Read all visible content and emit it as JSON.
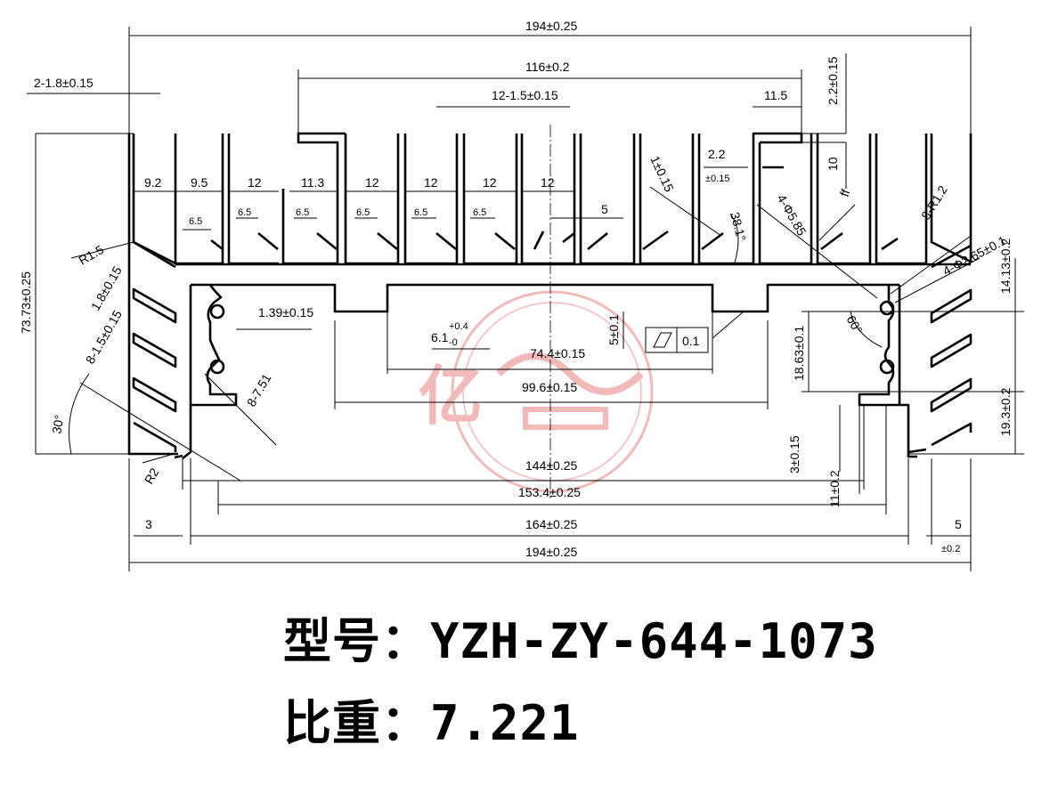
{
  "drawing": {
    "dims": {
      "overall_top": "194±0.25",
      "overall_bottom": "194±0.25",
      "inner_116": "116±0.2",
      "fin_count_1_5": "12-1.5±0.15",
      "fin_count_1_8": "2-1.8±0.15",
      "w_11_5": "11.5",
      "h_2_2": "2.2±0.15",
      "h_10": "10",
      "gap_2_2": "2.2",
      "gap_2_2_tol": "±0.15",
      "p_9_2": "9.2",
      "p_9_5": "9.5",
      "p_12": "12",
      "p_11_3": "11.3",
      "s_6_5": "6.5",
      "d_5": "5",
      "d_1_0_15": "1±0.15",
      "ang_38_1": "38.1°",
      "holes_5_85": "4-Φ5.85",
      "r_1_2": "8-R1.2",
      "holes_2_65": "4-Φ2.65±0.1",
      "h_14_13": "14.13±0.2",
      "r_1_5": "R1.5",
      "t_1_8": "1.8±0.15",
      "fins_1_5": "8-1.5±0.15",
      "ang_30": "30°",
      "h_73_73": "73.73±0.25",
      "d_1_39": "1.39±0.15",
      "d_8_7_51": "8-7.51",
      "d_6_1": "6.1",
      "tol_plus": "+0.4",
      "tol_minus": "-0",
      "w_74_4": "74.4±0.15",
      "h_5_0_1": "5±0.1",
      "flat_tol": "0.1",
      "h_18_63": "18.63±0.1",
      "w_99_6": "99.6±0.15",
      "h_19_3": "19.3±0.2",
      "ang_60": "60°",
      "w_144": "144±0.25",
      "h_3_0_15": "3±0.15",
      "h_11_0_2": "11±0.2",
      "w_153_4": "153.4±0.25",
      "w_164": "164±0.25",
      "d_3": "3",
      "d_5b": "5",
      "d_5b_tol": "±0.2",
      "r_2": "R2"
    }
  },
  "watermark": {
    "text": "亿",
    "color": "#e88080"
  },
  "footer": {
    "model_line": "型号：YZH-ZY-644-1073",
    "weight_line": "比重：7.221"
  }
}
